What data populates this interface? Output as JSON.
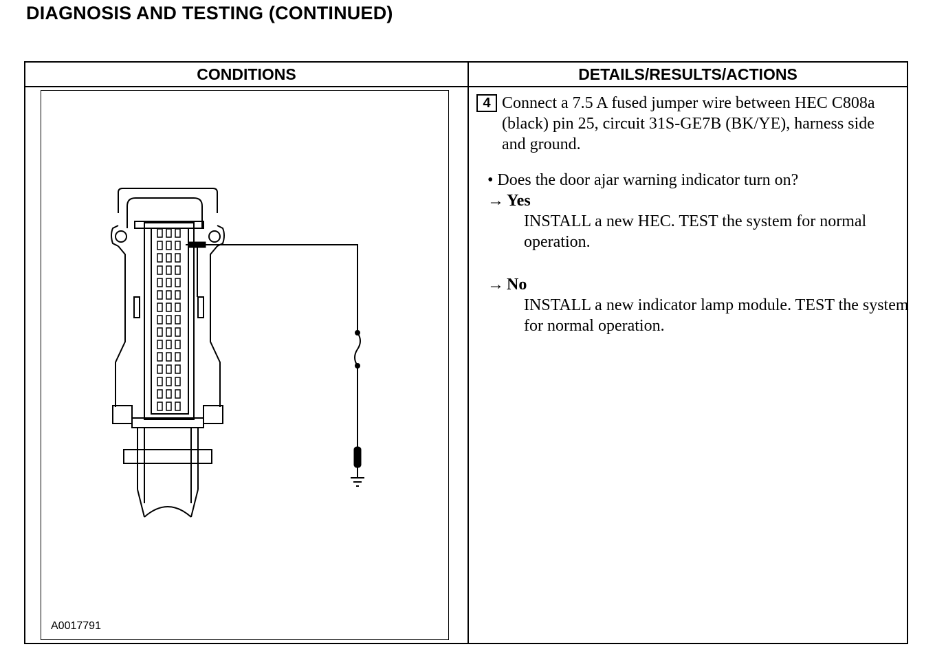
{
  "page_title": "DIAGNOSIS AND TESTING (CONTINUED)",
  "table": {
    "headers": {
      "conditions": "CONDITIONS",
      "details": "DETAILS/RESULTS/ACTIONS"
    }
  },
  "figure": {
    "id": "A0017791"
  },
  "step": {
    "number": "4",
    "text": "Connect a 7.5 A fused jumper wire between HEC C808a (black) pin 25, circuit 31S-GE7B (BK/YE), harness side and ground.",
    "question": "• Does the door ajar warning indicator turn on?",
    "arrow": "→",
    "yes": {
      "label": "Yes",
      "action": "INSTALL a new HEC. TEST the system for normal operation."
    },
    "no": {
      "label": "No",
      "action": "INSTALL a new indicator lamp module. TEST the system for normal operation."
    }
  }
}
